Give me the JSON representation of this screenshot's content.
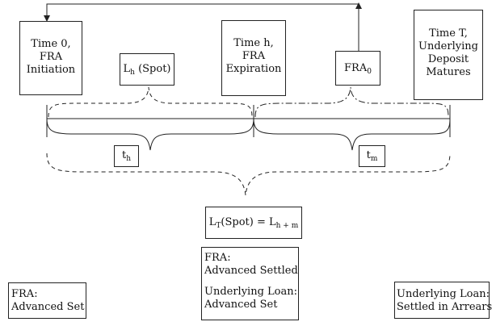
{
  "boxes": {
    "time0": {
      "lines": [
        "Time 0,",
        "FRA",
        "Initiation"
      ]
    },
    "lh_spot": {
      "main": "L",
      "sub": "h",
      "rest": " (Spot)"
    },
    "timeh": {
      "lines": [
        "Time h,",
        "FRA",
        "Expiration"
      ]
    },
    "fra0": {
      "main": "FRA",
      "sub": "0"
    },
    "timeT": {
      "lines": [
        "Time T,",
        "Underlying",
        "Deposit",
        "Matures"
      ]
    },
    "th": {
      "main": "t",
      "sub": "h"
    },
    "tm": {
      "main": "t",
      "sub": "m"
    },
    "lt_spot": {
      "main": "L",
      "sub": "T",
      "mid": "(Spot) = L",
      "sub2": "h + m"
    },
    "fra_settled": {
      "lines": [
        "FRA:",
        "Advanced Settled",
        "",
        "Underlying Loan:",
        "Advanced Set"
      ]
    },
    "fra_set": {
      "lines": [
        "FRA:",
        "Advanced Set"
      ]
    },
    "underlying_arrears": {
      "lines": [
        "Underlying Loan:",
        "Settled in Arrears"
      ]
    }
  },
  "colors": {
    "stroke": "#222222",
    "background": "#ffffff"
  }
}
